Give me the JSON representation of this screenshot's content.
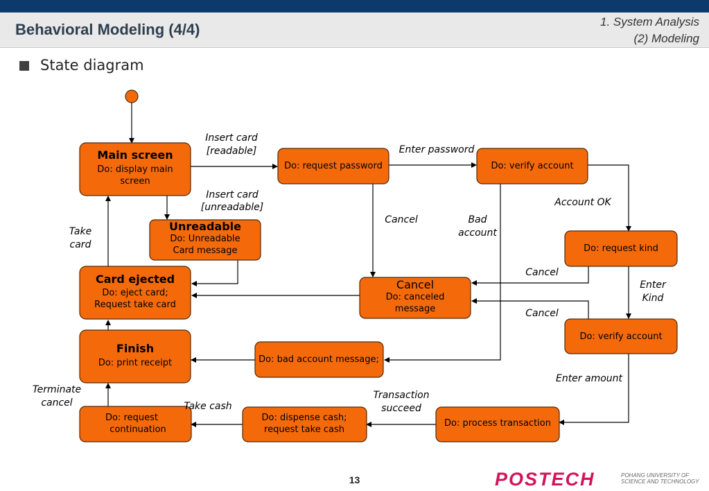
{
  "header": {
    "title": "Behavioral Modeling (4/4)",
    "breadcrumb_line1": "1. System Analysis",
    "breadcrumb_line2": "(2) Modeling"
  },
  "section": {
    "label": "State diagram"
  },
  "diagram": {
    "states": {
      "main_screen": {
        "title": "Main screen",
        "line1": "Do: display main",
        "line2": "screen"
      },
      "request_password": {
        "line1": "Do: request password"
      },
      "verify_account_1": {
        "line1": "Do: verify account"
      },
      "unreadable": {
        "title": "Unreadable",
        "line1": "Do: Unreadable",
        "line2": "Card message"
      },
      "card_ejected": {
        "title": "Card ejected",
        "line1": "Do: eject card;",
        "line2": "Request take card"
      },
      "cancel": {
        "title": "Cancel",
        "line1": "Do: canceled",
        "line2": "message"
      },
      "request_kind": {
        "line1": "Do: request kind"
      },
      "verify_account_2": {
        "line1": "Do: verify account"
      },
      "finish": {
        "title": "Finish",
        "line1": "Do: print receipt"
      },
      "bad_account": {
        "line1": "Do: bad account message;"
      },
      "request_continuation": {
        "line1": "Do: request",
        "line2": "continuation"
      },
      "dispense_cash": {
        "line1": "Do: dispense cash;",
        "line2": "request take cash"
      },
      "process_transaction": {
        "line1": "Do: process transaction"
      }
    },
    "transitions": {
      "insert_readable_1": "Insert card",
      "insert_readable_2": "[readable]",
      "enter_password": "Enter password",
      "insert_unreadable_1": "Insert card",
      "insert_unreadable_2": "[unreadable]",
      "account_ok": "Account OK",
      "take_card_1": "Take",
      "take_card_2": "card",
      "cancel_1": "Cancel",
      "bad_account_1": "Bad",
      "bad_account_2": "account",
      "cancel_2": "Cancel",
      "enter_kind_1": "Enter",
      "enter_kind_2": "Kind",
      "cancel_3": "Cancel",
      "enter_amount": "Enter amount",
      "terminate_cancel_1": "Terminate",
      "terminate_cancel_2": "cancel",
      "take_cash": "Take cash",
      "transaction_succeed_1": "Transaction",
      "transaction_succeed_2": "succeed"
    },
    "colors": {
      "state_fill": "#f46a0b",
      "state_border": "#4a2a10",
      "header_bar": "#0b3a6b"
    }
  },
  "footer": {
    "page_number": "13",
    "logo": "POSTECH",
    "logo_sub_line1": "POHANG UNIVERSITY OF",
    "logo_sub_line2": "SCIENCE AND TECHNOLOGY"
  }
}
